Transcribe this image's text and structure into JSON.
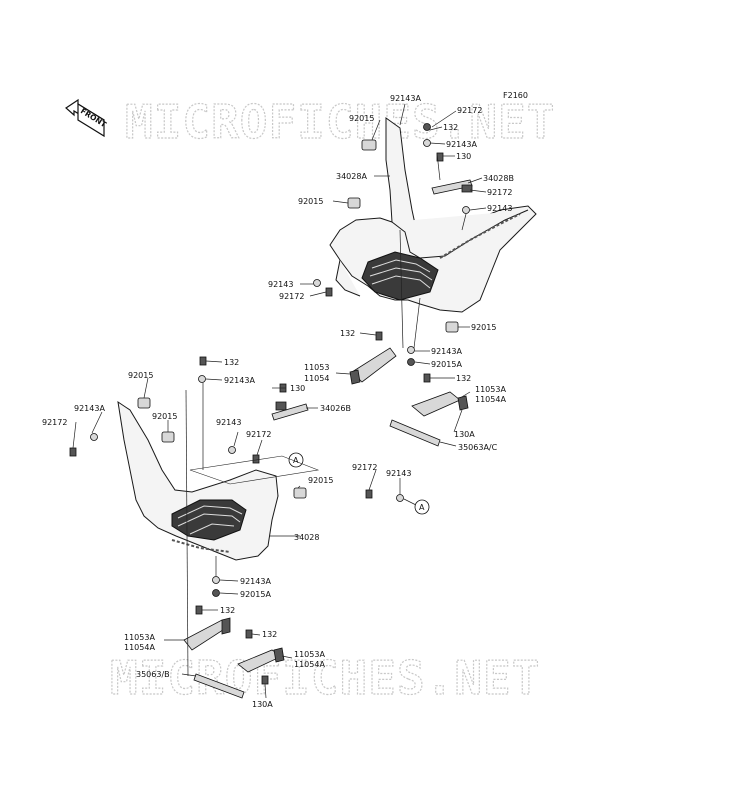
{
  "diagram": {
    "figure_code": "F2160",
    "front_label": "FRONT",
    "watermark_top": "MICROFICHES.NET",
    "watermark_bottom": "MICROFICHES.NET",
    "reference_marker": "A"
  },
  "labels": {
    "upper": {
      "p92143A_top": "92143A",
      "p92172_top": "92172",
      "p92015_top": "92015",
      "p132_top": "132",
      "p92143A_2": "92143A",
      "p130_top": "130",
      "p34028A": "34028A",
      "p34028B": "34028B",
      "p92172_2": "92172",
      "p92015_left": "92015",
      "p92143_right": "92143",
      "p92143_lower": "92143",
      "p92172_lower": "92172",
      "p92015_right": "92015",
      "p132_mid": "132",
      "p92143A_mid": "92143A",
      "p92015A_mid": "92015A",
      "p11053": "11053",
      "p11054": "11054",
      "p132_r": "132",
      "p11053A_r": "11053A",
      "p11054A_r": "11054A",
      "p130A_r": "130A",
      "p35063AC": "35063A/C",
      "p92172_c": "92172",
      "p92143_c": "92143"
    },
    "lower": {
      "p132_a": "132",
      "p92015_a": "92015",
      "p92143A_a": "92143A",
      "p130_a": "130",
      "p92143A_l": "92143A",
      "p92015_l2": "92015",
      "p34026B": "34026B",
      "p92172_l": "92172",
      "p92143_l": "92143",
      "p92172_l2": "92172",
      "p92015_b": "92015",
      "p34028": "34028",
      "p92143A_b": "92143A",
      "p92015A_b": "92015A",
      "p132_b": "132",
      "p11053A_b": "11053A",
      "p11054A_b": "11054A",
      "p132_c": "132",
      "p11053A_c": "11053A",
      "p11054A_c": "11054A",
      "p35063B": "35063/B",
      "p130A_b": "130A"
    }
  }
}
